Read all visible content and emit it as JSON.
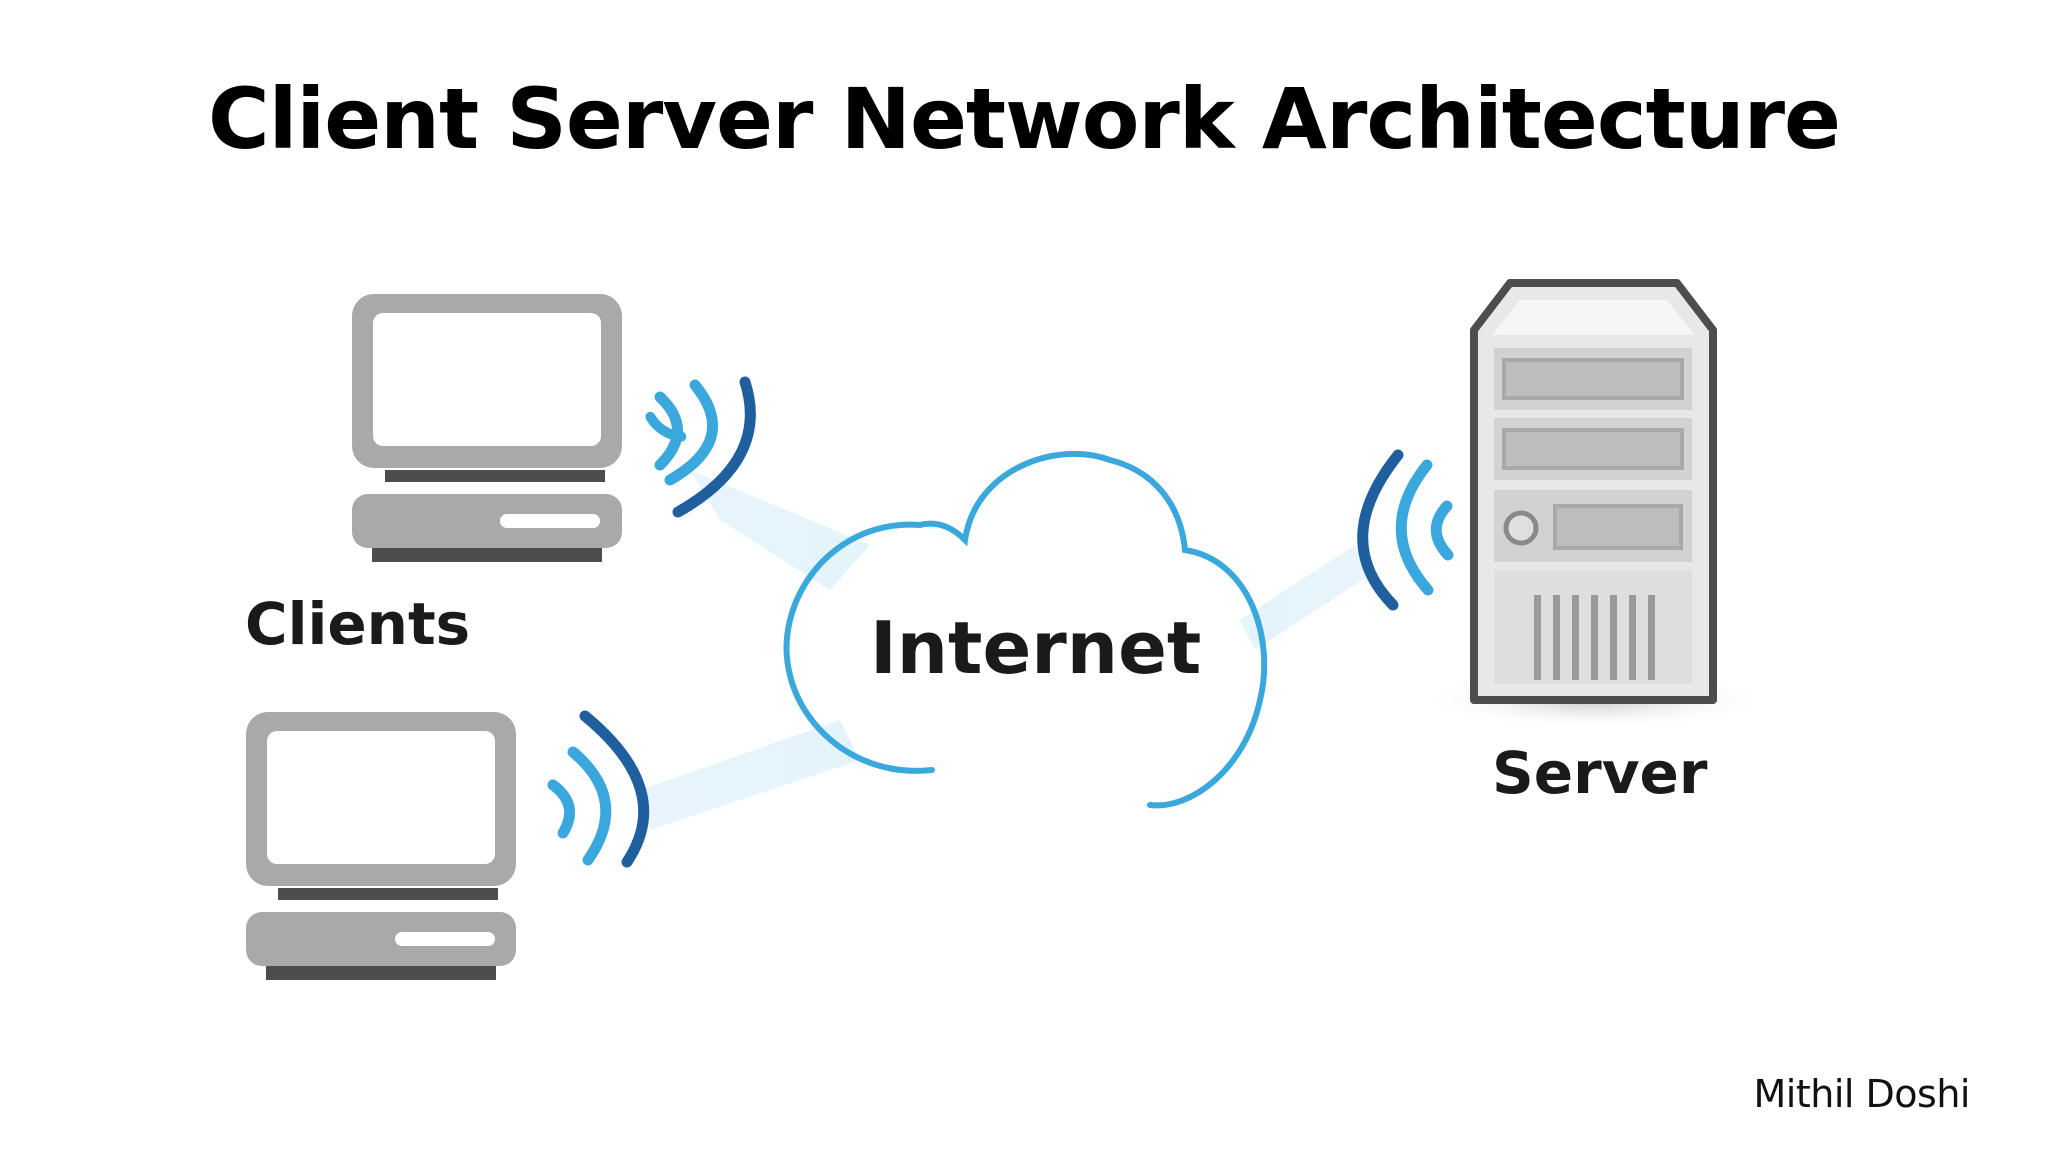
{
  "title": "Client Server Network Architecture",
  "labels": {
    "clients": "Clients",
    "internet": "Internet",
    "server": "Server"
  },
  "author": "Mithil Doshi",
  "colors": {
    "background": "#ffffff",
    "device_gray": "#a9a9a9",
    "device_dark": "#4d4d4d",
    "signal_light_blue": "#3aa8dc",
    "signal_dark_blue": "#1f5f9e",
    "cloud_outline": "#3aa8dc",
    "beam": "#dcf0fa"
  },
  "icons": [
    "desktop-computer-icon",
    "desktop-computer-icon",
    "server-tower-icon",
    "cloud-icon",
    "wireless-signal-icon"
  ]
}
